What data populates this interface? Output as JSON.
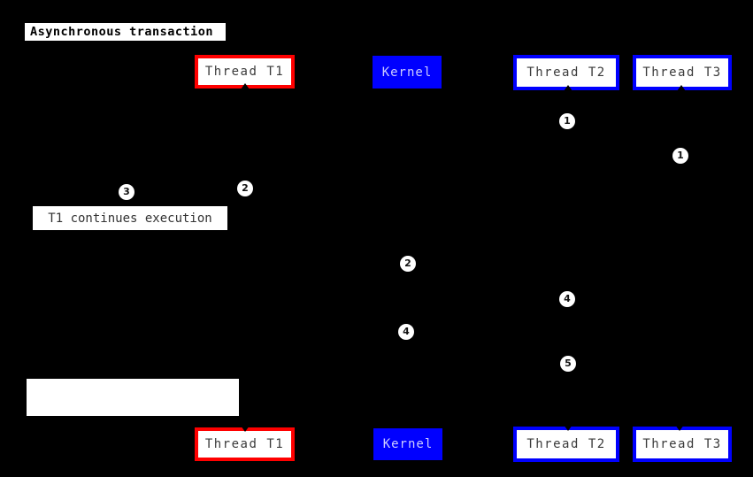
{
  "diagram": {
    "title": "Asynchronous transaction",
    "actors": {
      "t1": "Thread T1",
      "kernel": "Kernel",
      "t2": "Thread T2",
      "t3": "Thread T3"
    },
    "notes": {
      "t1_continues": "T1 continues execution",
      "empty_note": ""
    },
    "sequence_markers": [
      {
        "n": "1"
      },
      {
        "n": "1"
      },
      {
        "n": "2"
      },
      {
        "n": "3"
      },
      {
        "n": "2"
      },
      {
        "n": "4"
      },
      {
        "n": "4"
      },
      {
        "n": "5"
      }
    ],
    "colors": {
      "background": "#000000",
      "t1_border": "#ff0000",
      "kernel_fill": "#0000ff",
      "thread_border": "#0000ff",
      "kernel_text": "#ccccff",
      "actor_text": "#3b3b3b",
      "note_fill": "#ffffff",
      "marker_fill": "#ffffff",
      "marker_text": "#111111"
    }
  }
}
